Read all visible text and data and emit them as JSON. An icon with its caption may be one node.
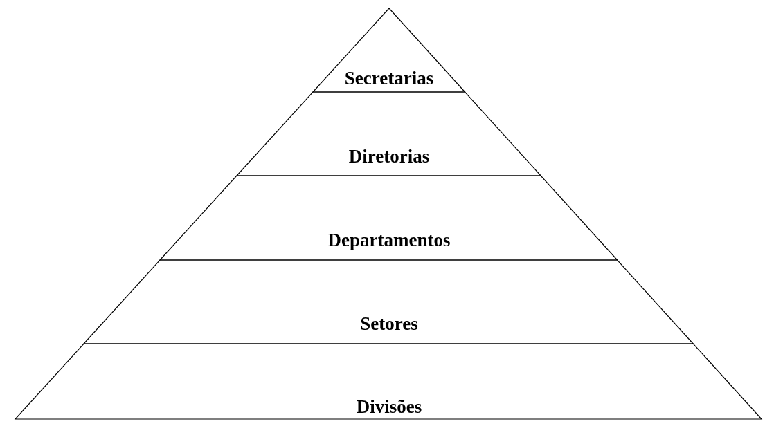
{
  "diagram": {
    "nodes": [
      {
        "text": [
          "Secretarias"
        ]
      },
      {
        "text": [
          "Diretorias"
        ]
      },
      {
        "text": [
          "Departamentos"
        ]
      },
      {
        "text": [
          "Setores"
        ]
      },
      {
        "text": [
          "Divisões"
        ]
      }
    ]
  }
}
